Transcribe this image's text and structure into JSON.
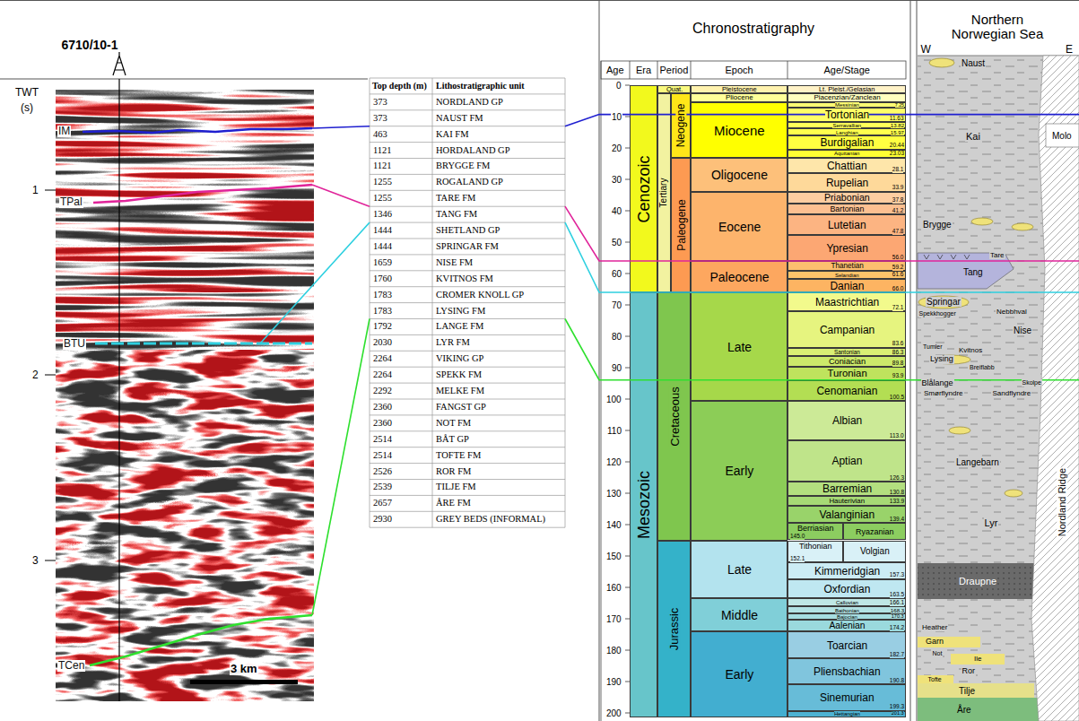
{
  "diagram": {
    "nodes": [
      {
        "text": [
          "Cenozoic"
        ]
      },
      {
        "text": [
          "Mesozoic"
        ]
      },
      {
        "text": [
          "Quat."
        ]
      },
      {
        "text": [
          "Tertiary"
        ]
      },
      {
        "text": [
          "Neogene"
        ]
      },
      {
        "text": [
          "Paleogene"
        ]
      },
      {
        "text": [
          "Cretaceous"
        ]
      },
      {
        "text": [
          "Jurassic"
        ]
      },
      {
        "text": [
          "Pleistocene"
        ]
      },
      {
        "text": [
          "Pliocene"
        ]
      },
      {
        "text": [
          "Miocene"
        ]
      },
      {
        "text": [
          "Oligocene"
        ]
      },
      {
        "text": [
          "Eocene"
        ]
      },
      {
        "text": [
          "Paleocene"
        ]
      },
      {
        "text": [
          "Late"
        ]
      },
      {
        "text": [
          "Early"
        ]
      },
      {
        "text": [
          "Late"
        ]
      },
      {
        "text": [
          "Middle"
        ]
      },
      {
        "text": [
          "Early"
        ]
      },
      {
        "text": [
          "Lt. Pleist./Gelasian"
        ]
      },
      {
        "text": [
          "Piacenzian/Zanclean"
        ]
      },
      {
        "text": [
          "Messinian",
          "7.25"
        ]
      },
      {
        "text": [
          "Tortonian",
          "11.63"
        ]
      },
      {
        "text": [
          "Serravallian",
          "13.82"
        ]
      },
      {
        "text": [
          "Langhian",
          "15.97"
        ]
      },
      {
        "text": [
          "Burdigalian",
          "20.44"
        ]
      },
      {
        "text": [
          "Aquitanian",
          "23.03"
        ]
      },
      {
        "text": [
          "Chattian",
          "28.1"
        ]
      },
      {
        "text": [
          "Rupelian",
          "33.9"
        ]
      },
      {
        "text": [
          "Priabonian",
          "37.8"
        ]
      },
      {
        "text": [
          "Bartonian",
          "41.2"
        ]
      },
      {
        "text": [
          "Lutetian",
          "47.8"
        ]
      },
      {
        "text": [
          "Ypresian",
          "56.0"
        ]
      },
      {
        "text": [
          "Thanetian",
          "59.2"
        ]
      },
      {
        "text": [
          "Selandian",
          "61.6"
        ]
      },
      {
        "text": [
          "Danian",
          "66.0"
        ]
      },
      {
        "text": [
          "Maastrichtian",
          "72.1"
        ]
      },
      {
        "text": [
          "Campanian",
          "83.6"
        ]
      },
      {
        "text": [
          "Santonian",
          "86.3"
        ]
      },
      {
        "text": [
          "Coniacian",
          "89.8"
        ]
      },
      {
        "text": [
          "Turonian",
          "93.9"
        ]
      },
      {
        "text": [
          "Cenomanian",
          "100.5"
        ]
      },
      {
        "text": [
          "Albian",
          "113.0"
        ]
      },
      {
        "text": [
          "Aptian",
          "126.3"
        ]
      },
      {
        "text": [
          "Barremian",
          "130.8"
        ]
      },
      {
        "text": [
          "Hauterivian",
          "133.9"
        ]
      },
      {
        "text": [
          "Valanginian",
          "139.4"
        ]
      },
      {
        "text": [
          "Berriasian",
          "145.0"
        ]
      },
      {
        "text": [
          "Ryazanian"
        ]
      },
      {
        "text": [
          "Tithonian",
          "152.1"
        ]
      },
      {
        "text": [
          "Volgian"
        ]
      },
      {
        "text": [
          "Kimmeridgian",
          "157.3"
        ]
      },
      {
        "text": [
          "Oxfordian",
          "163.5"
        ]
      },
      {
        "text": [
          "Callovian",
          "166.1"
        ]
      },
      {
        "text": [
          "Bathonian",
          "168.3"
        ]
      },
      {
        "text": [
          "Bajocian",
          "170.3"
        ]
      },
      {
        "text": [
          "Aalenian",
          "174.2"
        ]
      },
      {
        "text": [
          "Toarcian",
          "182.7"
        ]
      },
      {
        "text": [
          "Pliensbachian",
          "190.8"
        ]
      },
      {
        "text": [
          "Sinemurian",
          "199.3"
        ]
      },
      {
        "text": [
          "Hettangian",
          "201.3"
        ]
      }
    ],
    "labels": [
      "6710/10-1",
      "TWT",
      "(s)",
      "1",
      "2",
      "3",
      "IM",
      "TPal",
      "BTU",
      "TCen",
      "3 km",
      "Top depth (m)",
      "Lithostratigraphic unit",
      "373",
      "NORDLAND GP",
      "373",
      "NAUST FM",
      "463",
      "KAI FM",
      "1121",
      "HORDALAND GP",
      "1121",
      "BRYGGE FM",
      "1255",
      "ROGALAND GP",
      "1255",
      "TARE FM",
      "1346",
      "TANG FM",
      "1444",
      "SHETLAND GP",
      "1444",
      "SPRINGAR FM",
      "1659",
      "NISE FM",
      "1760",
      "KVITNOS FM",
      "1783",
      "CROMER KNOLL GP",
      "1783",
      "LYSING FM",
      "1792",
      "LANGE FM",
      "2030",
      "LYR FM",
      "2264",
      "VIKING GP",
      "2264",
      "SPEKK FM",
      "2292",
      "MELKE FM",
      "2360",
      "FANGST GP",
      "2360",
      "NOT FM",
      "2514",
      "BÅT GP",
      "2514",
      "TOFTE FM",
      "2526",
      "ROR FM",
      "2539",
      "TILJE FM",
      "2657",
      "ÅRE FM",
      "2930",
      "GREY BEDS (INFORMAL)",
      "Chronostratigraphy",
      "Age",
      "Era",
      "Period",
      "Epoch",
      "Age/Stage",
      "0",
      "10",
      "20",
      "30",
      "40",
      "50",
      "60",
      "70",
      "80",
      "90",
      "100",
      "110",
      "120",
      "130",
      "140",
      "150",
      "160",
      "170",
      "180",
      "190",
      "200",
      "Northern Norwegian Sea",
      "W",
      "E",
      "Naust",
      "Kai",
      "Molo",
      "Brygge",
      "Tare",
      "Tang",
      "Springar",
      "Nebbhval",
      "Spekkhogger",
      "Nise",
      "Tumler",
      "Kvitnos",
      "Lysing",
      "Breiflabb",
      "Blålange",
      "Skolpe",
      "Smørflyndre",
      "Sandflyndre",
      "Langebarn",
      "Lyr",
      "Draupne",
      "Nordland Ridge",
      "Heather",
      "Garn",
      "Not",
      "Ile",
      "Ror",
      "Tofte",
      "Tilje",
      "Åre"
    ]
  }
}
